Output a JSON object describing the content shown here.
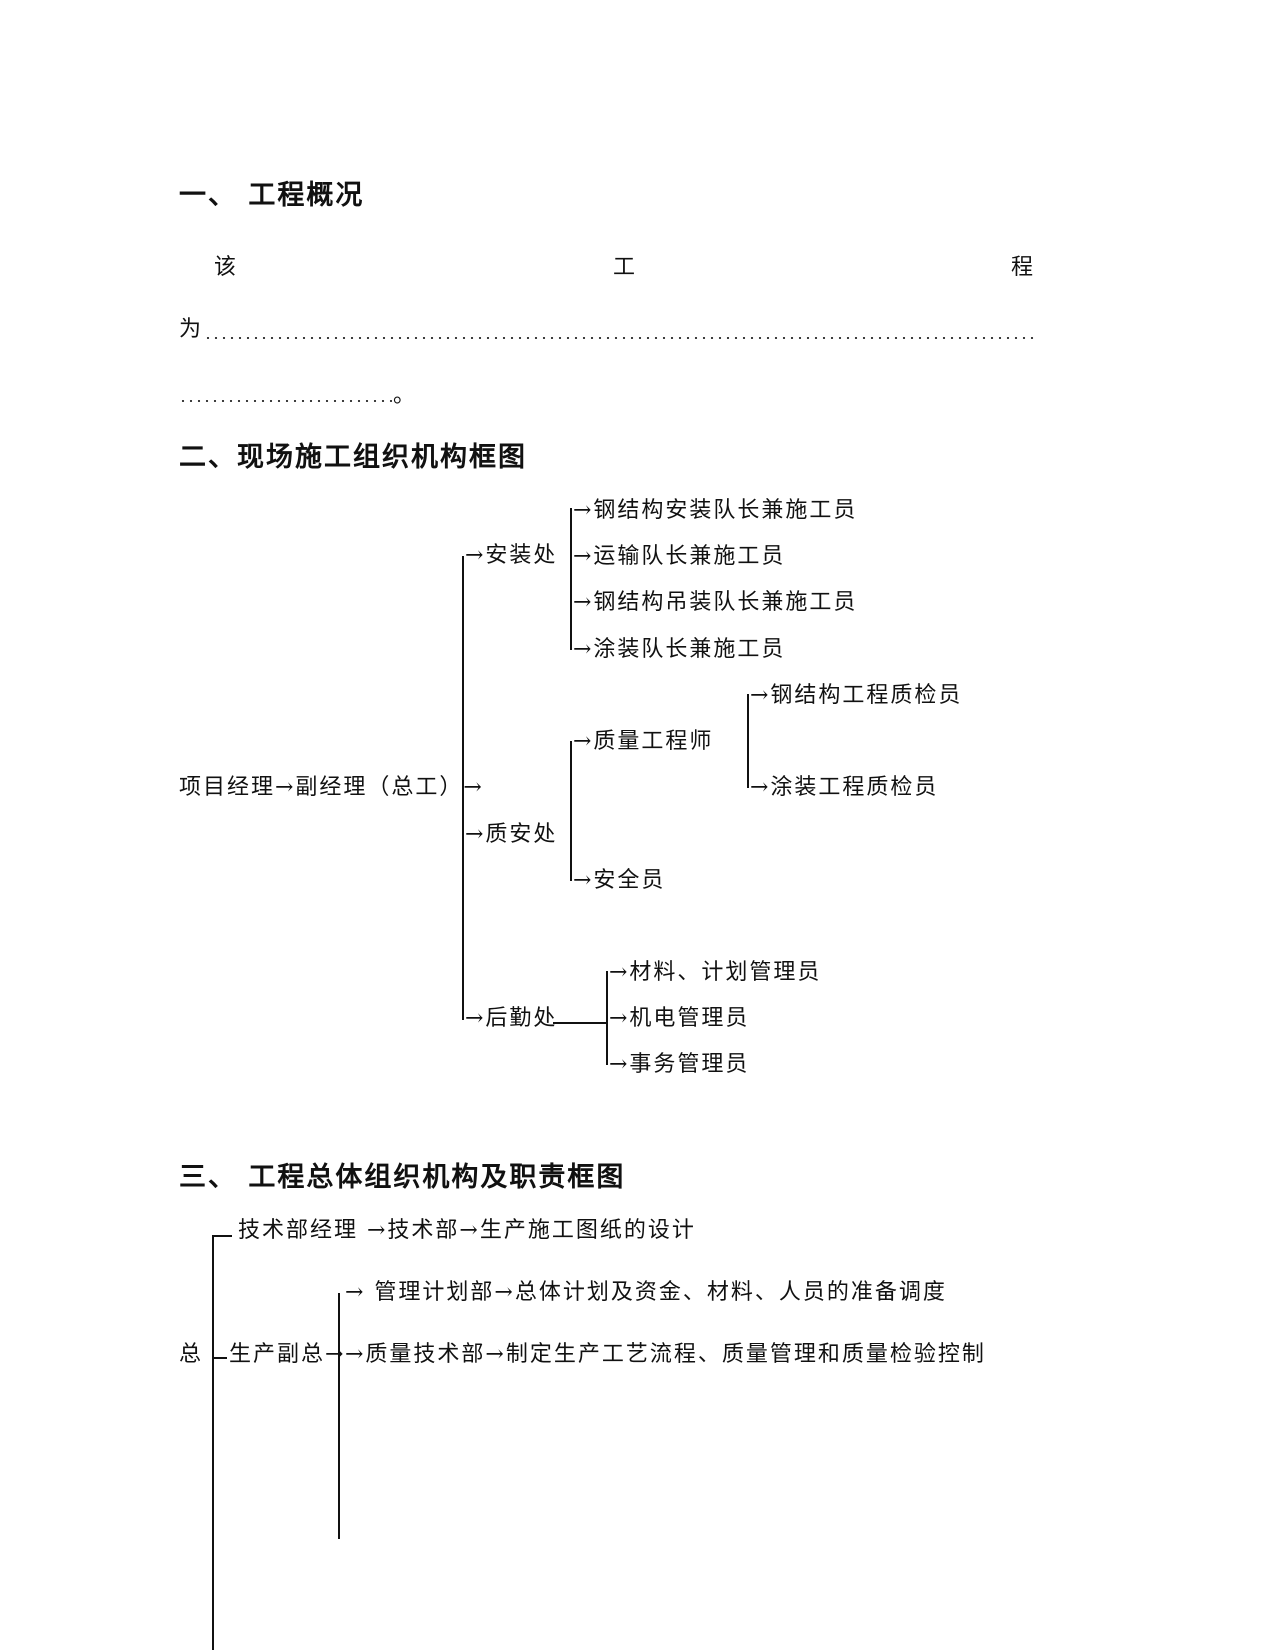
{
  "section1": {
    "heading": "一、 工程概况",
    "char1": "该",
    "char2": "工",
    "char3": "程",
    "char4": "为",
    "end_mark": "。"
  },
  "section2": {
    "heading": "二、现场施工组织机构框图",
    "root": "项目经理→副经理（总工）→",
    "anzhuang": {
      "label": "→安装处",
      "items": [
        "→钢结构安装队长兼施工员",
        "→运输队长兼施工员",
        "→钢结构吊装队长兼施工员",
        "→涂装队长兼施工员"
      ]
    },
    "zhian": {
      "label": "→质安处",
      "engineer": "→质量工程师",
      "engineer_items": [
        "→钢结构工程质检员",
        "→涂装工程质检员"
      ],
      "safety": "→安全员"
    },
    "houqin": {
      "label": "→后勤处",
      "items": [
        "→材料、计划管理员",
        "→机电管理员",
        "→事务管理员"
      ]
    }
  },
  "section3": {
    "heading": "三、 工程总体组织机构及职责框图",
    "root": "总",
    "tech": "技术部经理 →技术部→生产施工图纸的设计",
    "prod_label": "生产副总→",
    "prod_items": [
      "→ 管理计划部→总体计划及资金、材料、人员的准备调度",
      "→质量技术部→制定生产工艺流程、质量管理和质量检验控制"
    ]
  }
}
